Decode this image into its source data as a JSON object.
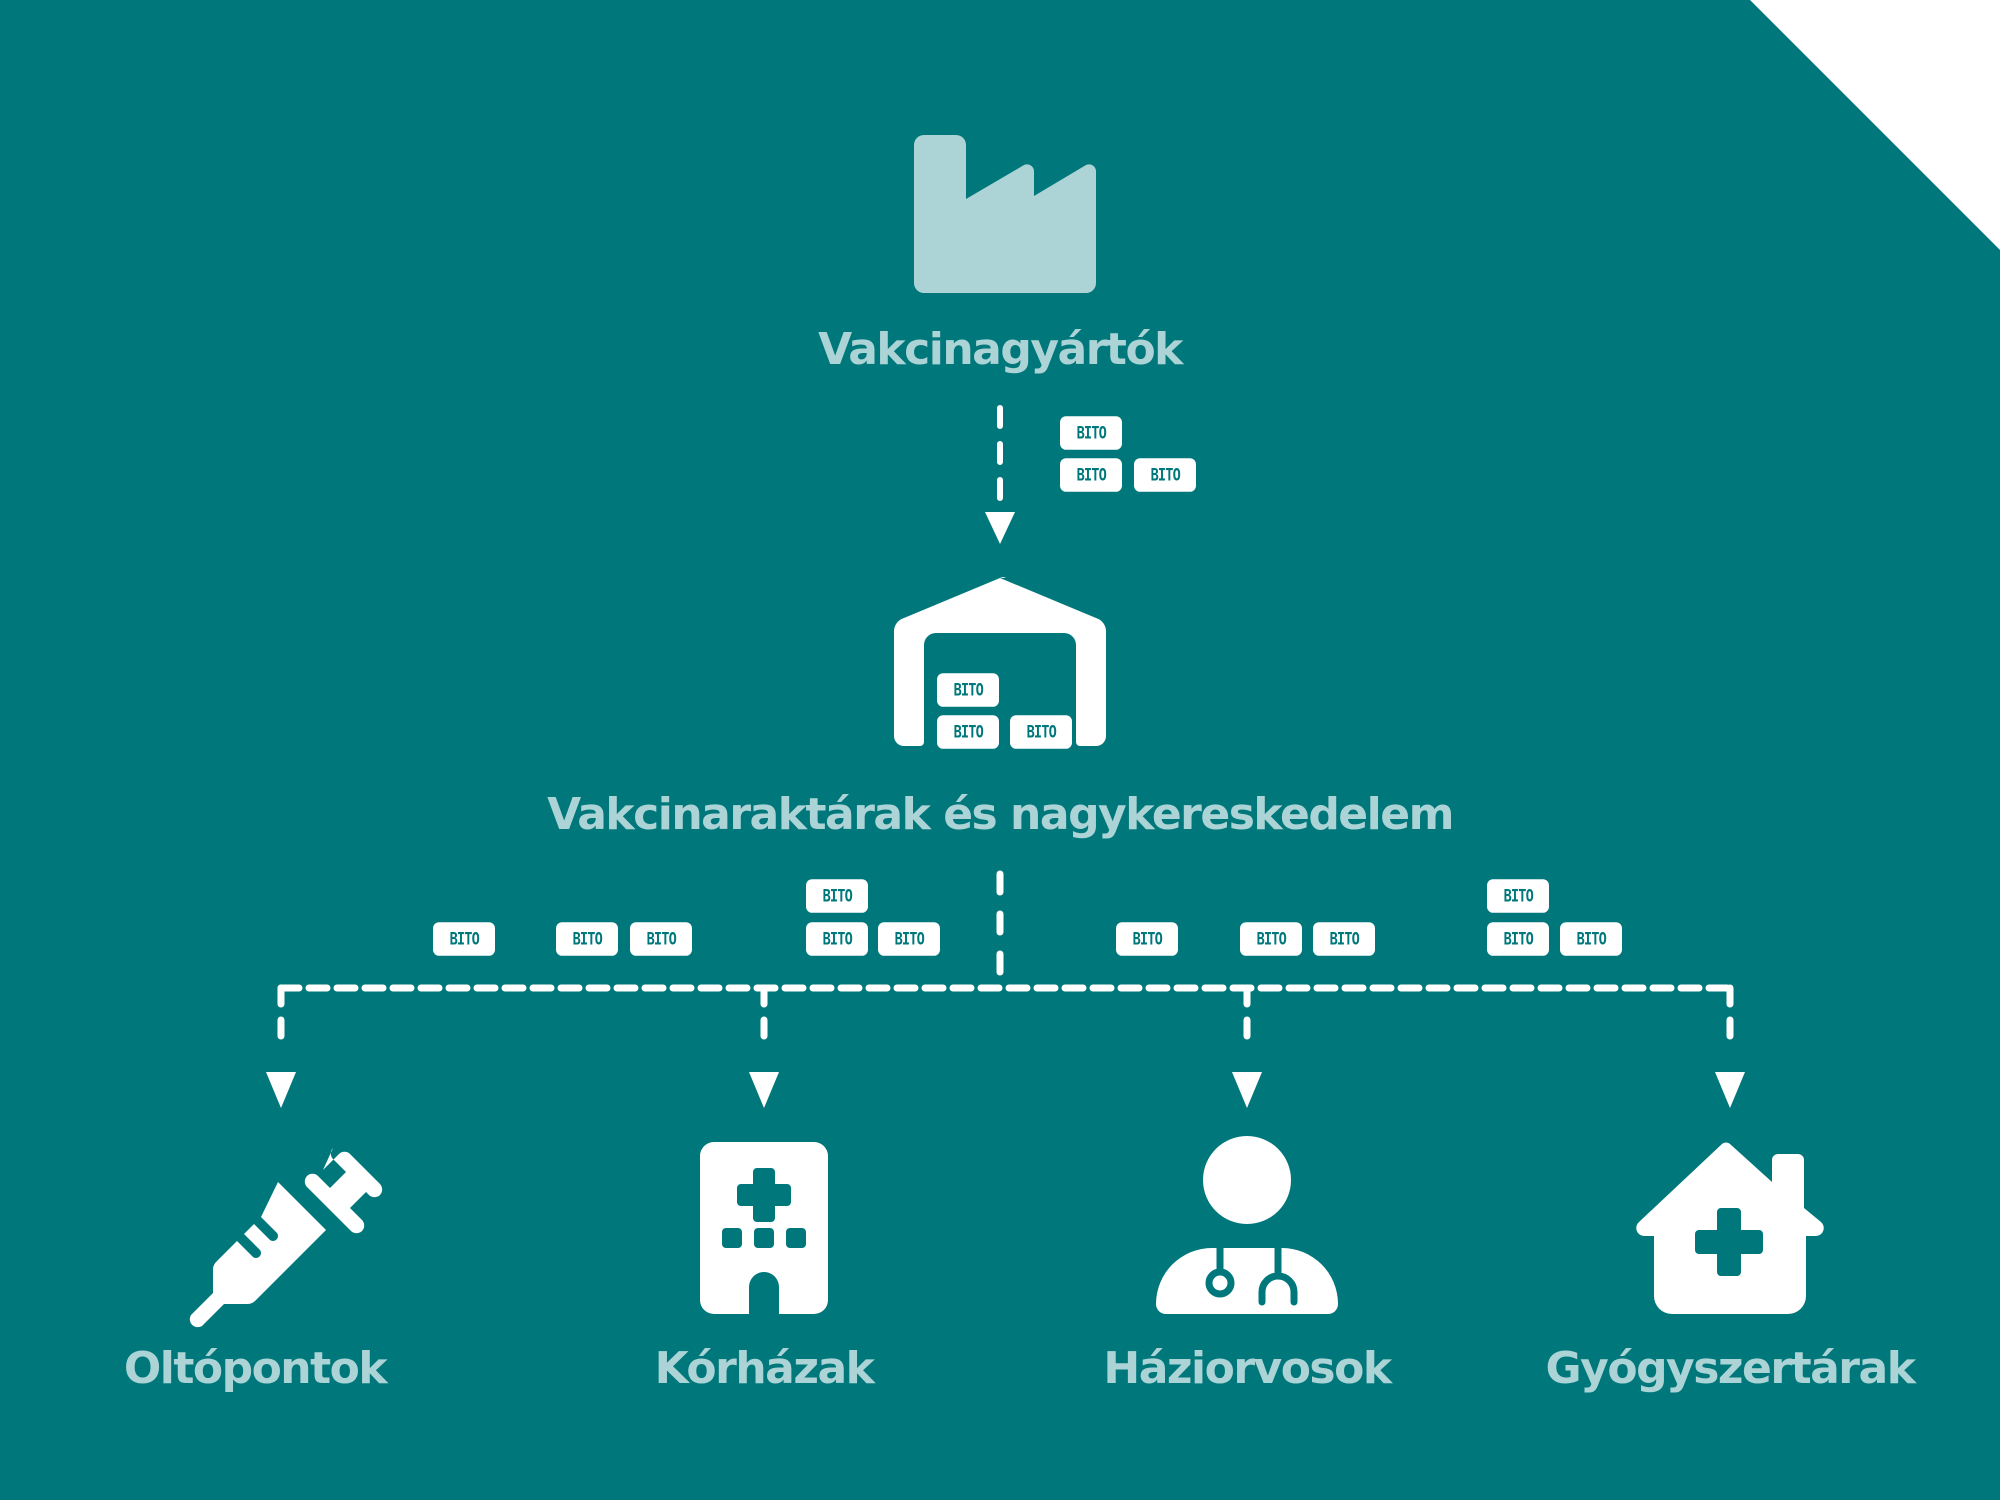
{
  "colors": {
    "background": "#00787b",
    "corner": "#ffffff",
    "factory_icon": "#acd4d6",
    "icons": "#ffffff",
    "label_text": "#acd4d6",
    "connector": "#ffffff",
    "box_text": "#00787b"
  },
  "box_label": "BITO",
  "nodes": {
    "manufacturers": {
      "label": "Vakcinagyártók",
      "icon": "factory-icon"
    },
    "warehouses": {
      "label": "Vakcinaraktárak és nagykereskedelem",
      "icon": "warehouse-icon"
    },
    "endpoints": [
      {
        "label": "Oltópontok",
        "icon": "syringe-icon"
      },
      {
        "label": "Kórházak",
        "icon": "hospital-icon"
      },
      {
        "label": "Háziorvosok",
        "icon": "doctor-icon"
      },
      {
        "label": "Gyógyszertárak",
        "icon": "pharmacy-house-icon"
      }
    ]
  },
  "edges": [
    {
      "from": "Vakcinagyártók",
      "to": "Vakcinaraktárak és nagykereskedelem",
      "style": "dashed-arrow"
    },
    {
      "from": "Vakcinaraktárak és nagykereskedelem",
      "to": "Oltópontok",
      "style": "dashed-arrow"
    },
    {
      "from": "Vakcinaraktárak és nagykereskedelem",
      "to": "Kórházak",
      "style": "dashed-arrow"
    },
    {
      "from": "Vakcinaraktárak és nagykereskedelem",
      "to": "Háziorvosok",
      "style": "dashed-arrow"
    },
    {
      "from": "Vakcinaraktárak és nagykereskedelem",
      "to": "Gyógyszertárak",
      "style": "dashed-arrow"
    }
  ],
  "box_groups": {
    "manufacturer_to_warehouse": 3,
    "inside_warehouse": 3,
    "left_branch": [
      1,
      2,
      3
    ],
    "right_branch": [
      1,
      2,
      3
    ]
  }
}
